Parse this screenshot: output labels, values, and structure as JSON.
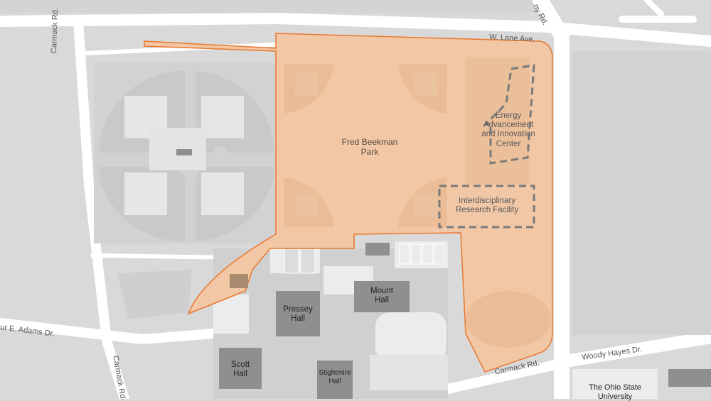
{
  "map": {
    "colors": {
      "background": "#d9d9d9",
      "road": "#ffffff",
      "field": "#cbcbcb",
      "infield": "#e9e9e9",
      "building": "#8f8f8f",
      "highlight_fill": "#f1c7a6",
      "highlight_stroke": "#e9782f",
      "project_outline": "#7a7a7a"
    },
    "highlight_area": {
      "label_line1": "Fred Beekman",
      "label_line2": "Park"
    },
    "projects": [
      {
        "line1": "Energy",
        "line2": "Advancement",
        "line3": "and Innovation",
        "line4": "Center"
      },
      {
        "line1": "Interdisciplinary",
        "line2": "Research Facility"
      }
    ],
    "buildings": [
      {
        "line1": "Mount",
        "line2": "Hall"
      },
      {
        "line1": "Pressey",
        "line2": "Hall"
      },
      {
        "line1": "Scott",
        "line2": "Hall"
      },
      {
        "line1": "Stightmire",
        "line2": "Hall"
      },
      {
        "line1": "The Ohio State",
        "line2": "University"
      }
    ],
    "streets": {
      "lane_ave": "W. Lane Ave.",
      "carmack_rd_north": "Carmack Rd.",
      "carmack_rd_south": "Carmack Rd.",
      "carmack_rd_east": "Carmack Rd.",
      "woody_hayes": "Woody Hayes Dr.",
      "adams_dr": "ur E. Adams Dr.",
      "kenny_rd": "ny Rd."
    }
  }
}
